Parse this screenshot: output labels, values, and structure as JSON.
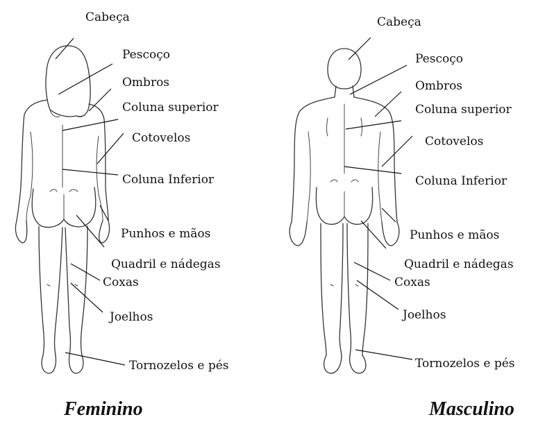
{
  "female": {
    "caption": "Feminino",
    "labels": {
      "head": "Cabeça",
      "neck": "Pescoço",
      "shoulders": "Ombros",
      "upper_spine": "Coluna superior",
      "elbows": "Cotovelos",
      "lower_spine": "Coluna Inferior",
      "wrists_hands": "Punhos e mãos",
      "hip_buttocks": "Quadril e nádegas",
      "thighs": "Coxas",
      "knees": "Joelhos",
      "ankles_feet": "Tornozelos e pés"
    }
  },
  "male": {
    "caption": "Masculino",
    "labels": {
      "head": "Cabeça",
      "neck": "Pescoço",
      "shoulders": "Ombros",
      "upper_spine": "Coluna superior",
      "elbows": "Cotovelos",
      "lower_spine": "Coluna Inferior",
      "wrists_hands": "Punhos e mãos",
      "hip_buttocks": "Quadril e nádegas",
      "thighs": "Coxas",
      "knees": "Joelhos",
      "ankles_feet": "Tornozelos e pés"
    }
  },
  "colors": {
    "ink": "#111111",
    "outline": "#333333",
    "background": "#ffffff"
  }
}
